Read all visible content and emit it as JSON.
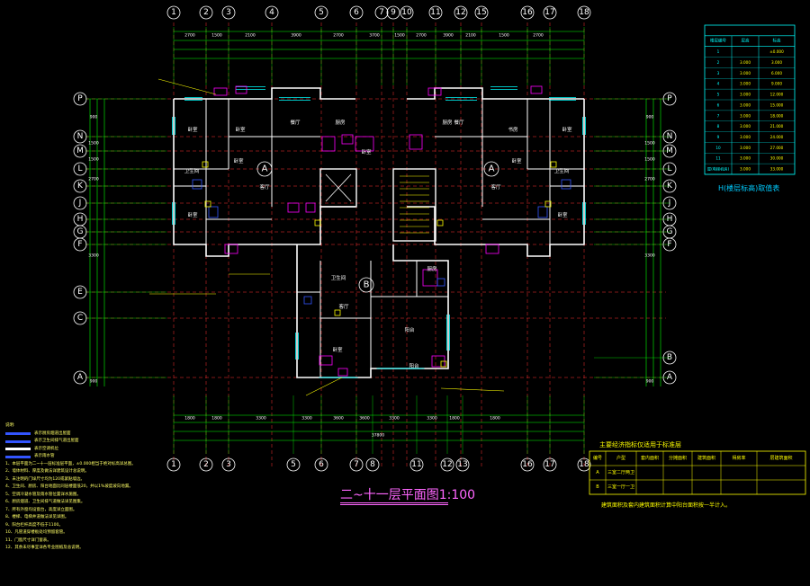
{
  "drawing": {
    "title": "二~十一层平面图1:100",
    "scale_note": "",
    "axis_top": [
      "1",
      "2",
      "3",
      "4",
      "5",
      "6",
      "7",
      "9",
      "10",
      "11",
      "12",
      "15",
      "16",
      "17",
      "18"
    ],
    "axis_bottom": [
      "1",
      "2",
      "3",
      "5",
      "6",
      "7",
      "8",
      "11",
      "12",
      "13",
      "16",
      "17",
      "18"
    ],
    "axis_left": [
      "P",
      "N",
      "M",
      "L",
      "K",
      "J",
      "H",
      "G",
      "F",
      "E",
      "C",
      "A"
    ],
    "axis_right": [
      "P",
      "N",
      "M",
      "L",
      "K",
      "J",
      "H",
      "G",
      "F",
      "B",
      "A"
    ],
    "unit_labels": [
      "A",
      "B",
      "A"
    ],
    "rooms": [
      "卧室",
      "卧室",
      "餐厅",
      "厨房",
      "客厅",
      "卧室",
      "卫生间",
      "卧室",
      "厨房",
      "餐厅",
      "客厅",
      "卧室",
      "卫生间",
      "卧室",
      "卧室",
      "书房",
      "卧室",
      "卫生间",
      "客厅",
      "阳台",
      "厨房",
      "阳台",
      "卧室"
    ],
    "top_dims": [
      "2700",
      "1500",
      "2100",
      "3900",
      "2700",
      "3700",
      "1500",
      "2700",
      "3900",
      "2100",
      "1500",
      "2700"
    ],
    "bottom_dims": [
      "1800",
      "1800",
      "3300",
      "3300",
      "3600",
      "3600",
      "3300",
      "3300",
      "1800",
      "1800"
    ],
    "bottom_total": "37800",
    "left_dims": [
      "900",
      "1500",
      "1500",
      "2700",
      "3300",
      "900"
    ],
    "right_dims": [
      "900",
      "1500",
      "1500",
      "2700",
      "3300",
      "900"
    ]
  },
  "height_table": {
    "caption": "H(楼层标高)取值表",
    "headers": [
      "楼层编号",
      "层高",
      "标高"
    ],
    "rows": [
      [
        "1",
        "",
        "±0.000"
      ],
      [
        "2",
        "3.000",
        "3.000"
      ],
      [
        "3",
        "3.000",
        "6.000"
      ],
      [
        "4",
        "3.000",
        "9.000"
      ],
      [
        "5",
        "3.000",
        "12.000"
      ],
      [
        "6",
        "3.000",
        "15.000"
      ],
      [
        "7",
        "3.000",
        "18.000"
      ],
      [
        "8",
        "3.000",
        "21.000"
      ],
      [
        "9",
        "3.000",
        "24.000"
      ],
      [
        "10",
        "3.000",
        "27.000"
      ],
      [
        "11",
        "3.000",
        "30.000"
      ],
      [
        "屋(电梯机房)",
        "3.000",
        "33.000"
      ]
    ]
  },
  "econ_table": {
    "title": "主要经济指标仅适用于标准层",
    "headers": [
      "编号",
      "户型",
      "套内面积",
      "分摊面积",
      "建筑面积",
      "得房率",
      "层建筑面积"
    ],
    "rows": [
      [
        "A",
        "三室二厅两卫",
        "",
        "",
        "",
        "",
        ""
      ],
      [
        "B",
        "三室一厅一卫",
        "",
        "",
        "",
        "",
        ""
      ]
    ],
    "footer": "建筑面积及套内建筑面积计算中阳台面积按一半计入。"
  },
  "legend": {
    "items": [
      "表示厨房烟道出屋面",
      "表示卫生间排气道出屋面",
      "表示空调机位",
      "表示雨水管"
    ]
  },
  "notes": {
    "heading": "说明:",
    "lines": [
      "1、本层平面为二~十一层标准层平面，±0.000相当于绝对标高详总图。",
      "2、墙体材料、厚度及做法详建筑设计总说明。",
      "3、未注明的门垛尺寸均为120或紧贴墙边。",
      "4、卫生间、厨房、阳台地面比同层楼面低20，并以1%坡度坡向地漏。",
      "5、空调冷凝水管及雨水管位置详水施图。",
      "6、厨房烟道、卫生间排气道做法详见图集。",
      "7、所有外窗均设窗台，高度详立面图。",
      "8、楼梯、电梯井道做法详见详图。",
      "9、阳台栏杆高度不低于1100。",
      "10、凡管道穿楼板处均预留套管。",
      "11、门窗尺寸详门窗表。",
      "12、其余未尽事宜详各专业图纸及总说明。"
    ]
  },
  "colors": {
    "wall": "#ffffff",
    "axis": "#ff3333",
    "grid": "#00ff00",
    "magenta": "#ff00ff",
    "yellow": "#ffff00",
    "cyan": "#00ffff",
    "blue": "#3355ff"
  }
}
